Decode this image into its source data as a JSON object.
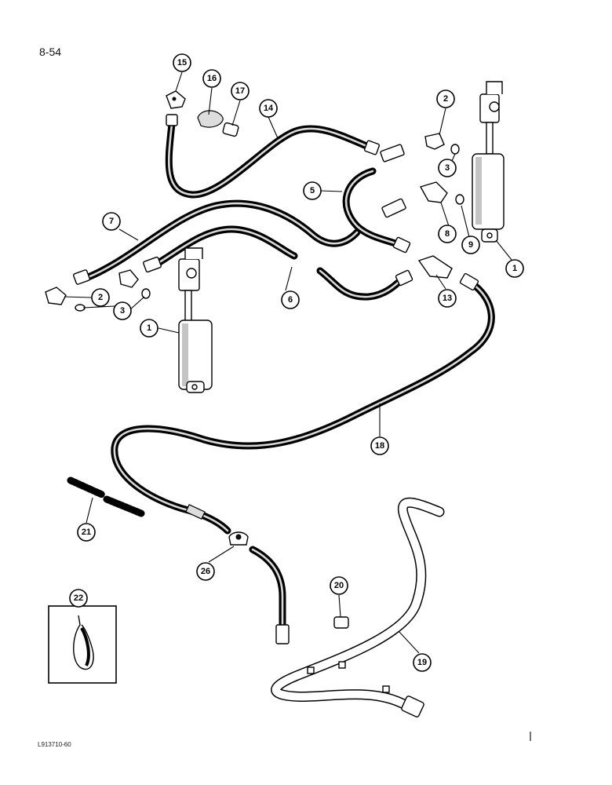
{
  "page": {
    "number": "8-54",
    "figure_code": "L913710-60"
  },
  "callouts": {
    "c1a": "1",
    "c1b": "1",
    "c2a": "2",
    "c2b": "2",
    "c3a": "3",
    "c3b": "3",
    "c5": "5",
    "c6": "6",
    "c7": "7",
    "c8": "8",
    "c9": "9",
    "c13": "13",
    "c14": "14",
    "c15": "15",
    "c16": "16",
    "c17": "17",
    "c18": "18",
    "c19": "19",
    "c20": "20",
    "c21": "21",
    "c22": "22",
    "c26": "26"
  }
}
